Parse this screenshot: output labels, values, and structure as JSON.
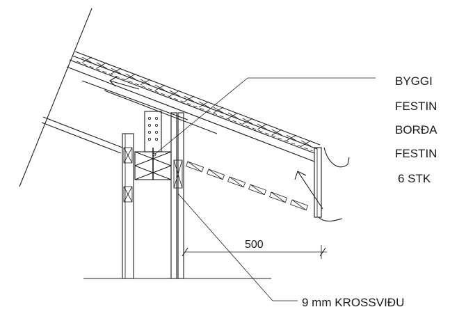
{
  "labels": {
    "callout_1": "BYGGI",
    "callout_2": "FESTIN",
    "callout_3": "BORÐA",
    "callout_4": "FESTIN",
    "callout_5": "6 STK",
    "plywood_note": "9 mm KROSSVIÐU",
    "dimension": "500"
  }
}
